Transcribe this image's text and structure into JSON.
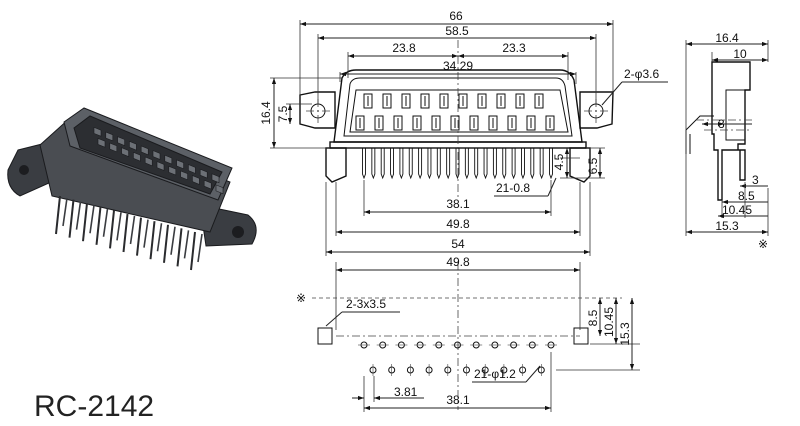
{
  "model": "RC-2142",
  "front_view": {
    "dims": {
      "overall_width": "66",
      "mount_hole_pitch": "58.5",
      "left_half": "23.8",
      "right_half": "23.3",
      "shell_width": "34.29",
      "hole_callout": "2-φ3.6",
      "height": "16.4",
      "hole_height": "7.5",
      "pin_row_offset": "4.5",
      "pin_length": "6.5",
      "pin_callout": "21-0.8",
      "pin_span": "38.1",
      "body_width": "49.8",
      "base_width": "54"
    }
  },
  "side_view": {
    "dims": {
      "depth": "16.4",
      "flange": "10",
      "wall": "3",
      "foot": "3",
      "d1": "8.5",
      "d2": "10.45",
      "d3": "15.3"
    },
    "note_mark": "※"
  },
  "footprint": {
    "note_mark": "※",
    "dims": {
      "width": "49.8",
      "slot_callout": "2-3x3.5",
      "d1": "8.5",
      "d2": "10.45",
      "d3": "15.3",
      "pitch": "3.81",
      "hole_callout": "21-φ1.2",
      "span": "38.1"
    }
  },
  "colors": {
    "line": "#111111",
    "connector_body": "#4a4d52",
    "connector_dark": "#2c2e32",
    "connector_light": "#6c7076"
  }
}
